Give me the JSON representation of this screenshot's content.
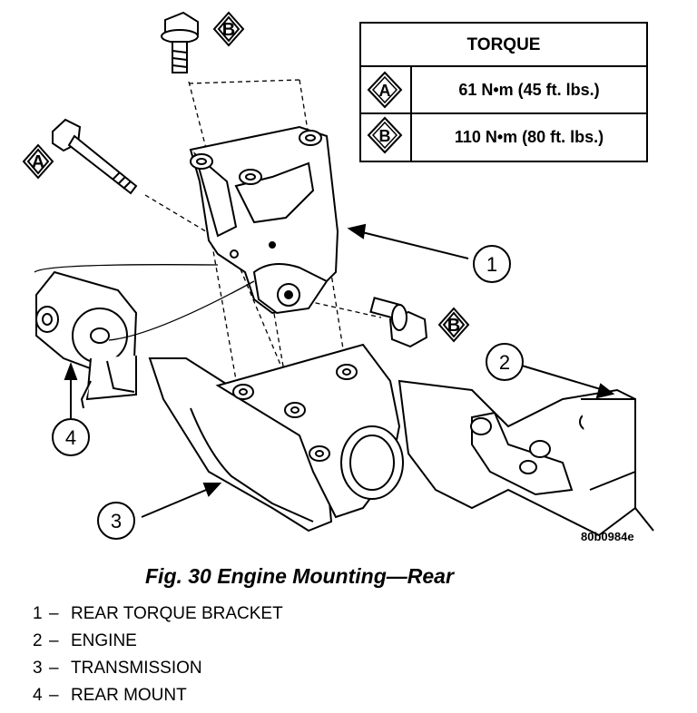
{
  "torque_table": {
    "header": "TORQUE",
    "rows": [
      {
        "key": "A",
        "value": "61 N•m (45 ft. lbs.)"
      },
      {
        "key": "B",
        "value": "110 N•m (80 ft. lbs.)"
      }
    ]
  },
  "key_markers": {
    "bolt_a": "A",
    "bolt_b_top": "B",
    "bolt_b_side": "B"
  },
  "callouts": [
    "1",
    "2",
    "3",
    "4"
  ],
  "figure_code": "80b0984e",
  "caption": "Fig. 30 Engine Mounting—Rear",
  "legend": [
    {
      "num": "1",
      "dash": "–",
      "label": "REAR TORQUE BRACKET"
    },
    {
      "num": "2",
      "dash": "–",
      "label": "ENGINE"
    },
    {
      "num": "3",
      "dash": "–",
      "label": "TRANSMISSION"
    },
    {
      "num": "4",
      "dash": "–",
      "label": "REAR MOUNT"
    }
  ]
}
